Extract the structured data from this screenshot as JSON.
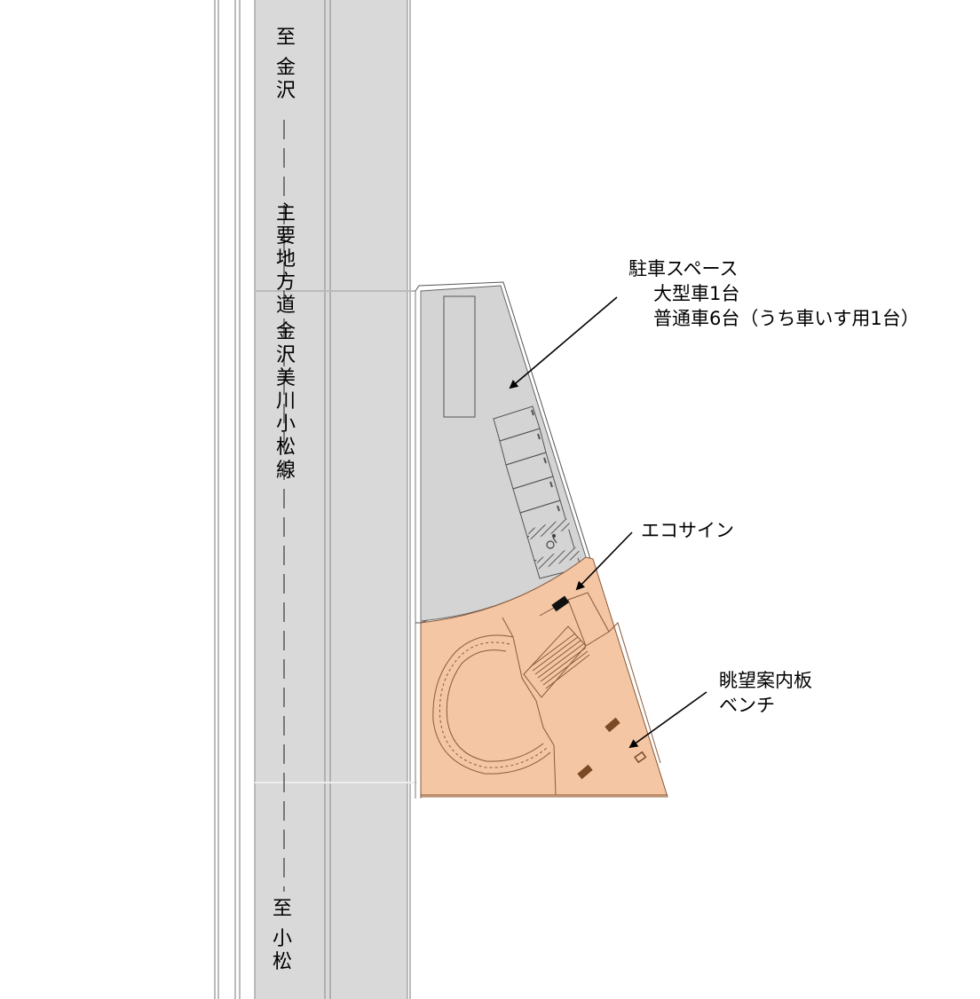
{
  "road": {
    "to_north": [
      "至",
      "金",
      "沢"
    ],
    "name": [
      "主",
      "要",
      "地",
      "方",
      "道",
      "金",
      "沢",
      "美",
      "川",
      "小",
      "松",
      "線"
    ],
    "to_south": [
      "至",
      "小",
      "松"
    ]
  },
  "callouts": {
    "parking": {
      "title": "駐車スペース",
      "line1": "大型車1台",
      "line2": "普通車6台（うち車いす用1台）"
    },
    "eco_sign": "エコサイン",
    "viewpoint": {
      "line1": "眺望案内板",
      "line2": "ベンチ"
    }
  },
  "colors": {
    "road": "#d9d9d9",
    "parking_lot": "#d4d4d4",
    "plaza": "#f4c6a4",
    "plaza_line": "#8a5a3a",
    "bench": "#7a4a26"
  },
  "icons": [
    "wheelchair-icon",
    "arrow-icon"
  ]
}
